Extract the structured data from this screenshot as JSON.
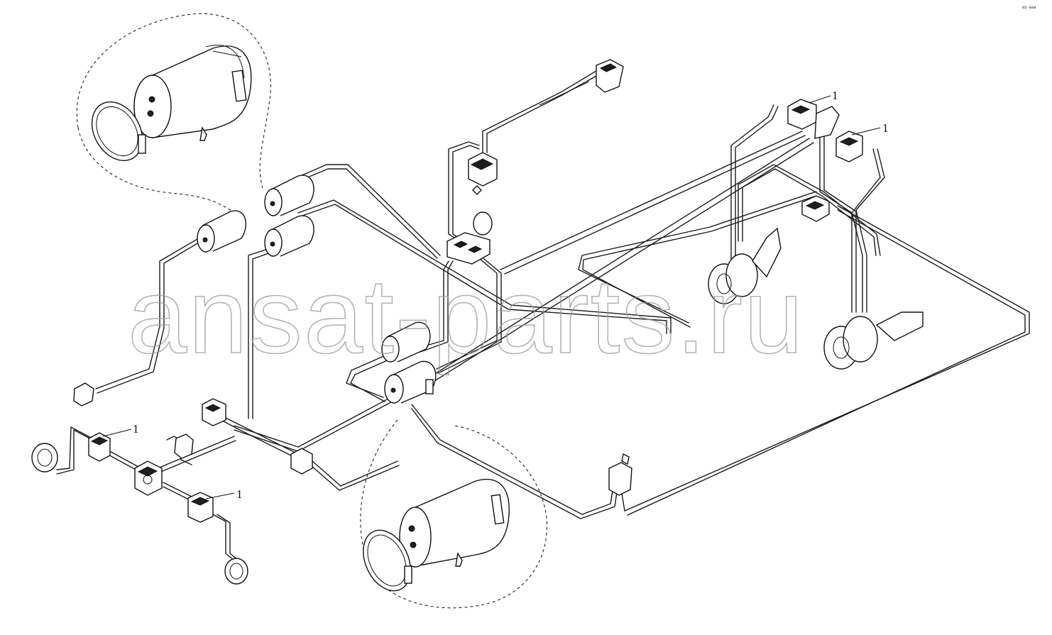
{
  "watermark": "ansat-parts.ru",
  "callouts": [
    "1",
    "1",
    "1",
    "1"
  ],
  "corner_mark": "ᵉᵖ ᵃᵃᵃ"
}
